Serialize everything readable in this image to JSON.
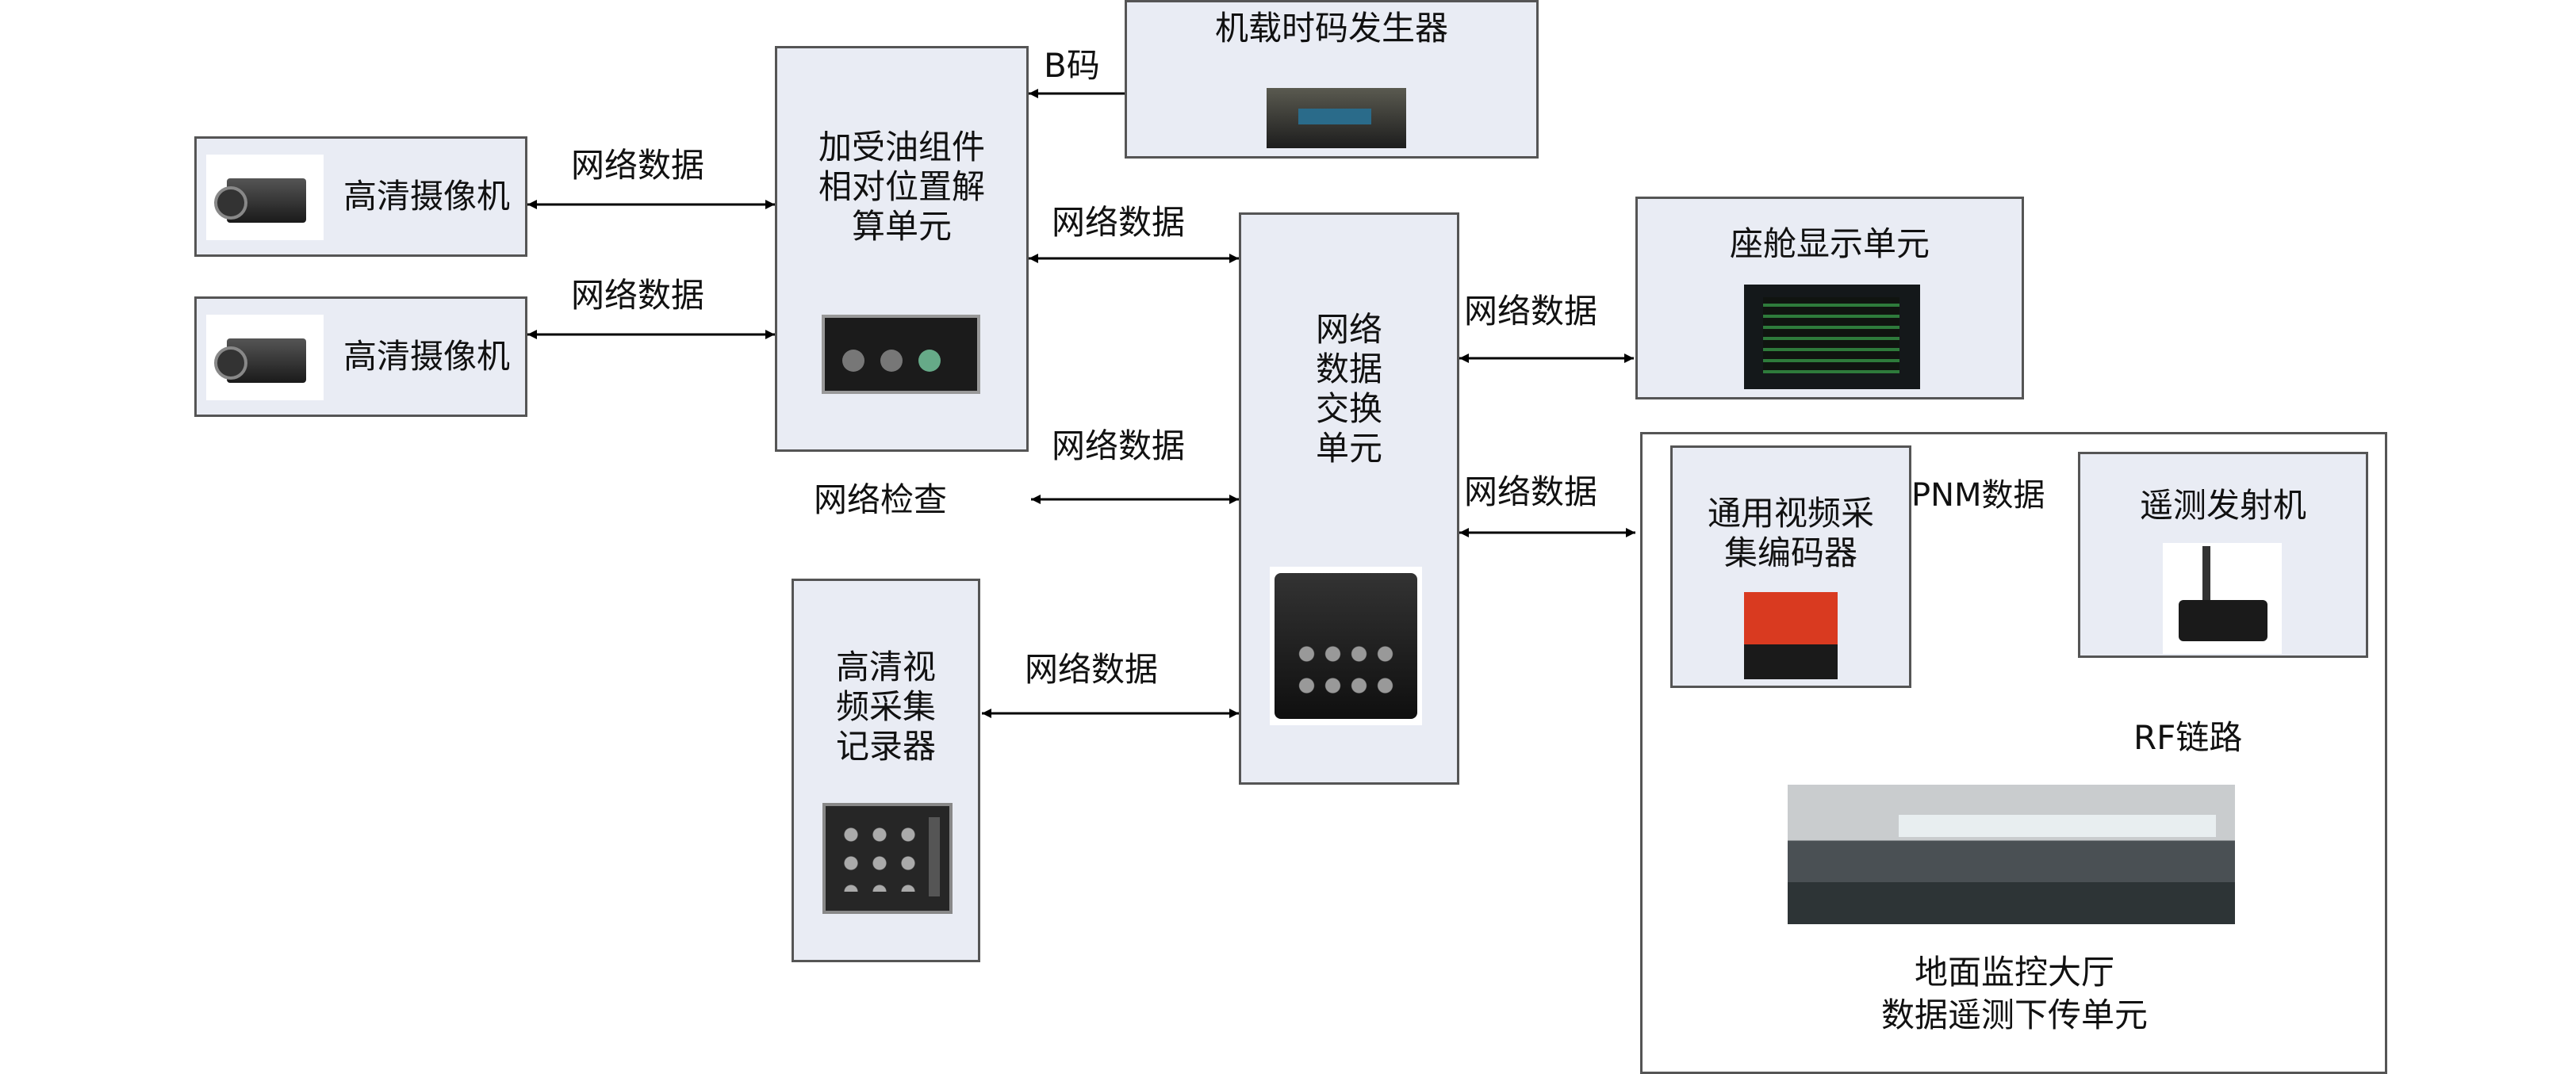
{
  "diagram": {
    "nodes": {
      "camera1": {
        "label": "高清摄像机",
        "icon": "camera-icon"
      },
      "camera2": {
        "label": "高清摄像机",
        "icon": "camera-icon"
      },
      "refuel_unit": {
        "label": "加受油组件\n相对位置解\n算单元",
        "icon": "refuel-computer-icon"
      },
      "time_code": {
        "label": "机载时码发生器",
        "icon": "time-code-generator-icon"
      },
      "switch": {
        "label": "网络\n数据\n交换\n单元",
        "icon": "network-switch-icon"
      },
      "cockpit_display": {
        "label": "座舱显示单元",
        "icon": "cockpit-display-icon"
      },
      "recorder": {
        "label": "高清视\n频采集\n记录器",
        "icon": "video-recorder-icon"
      },
      "encoder": {
        "label": "通用视频采\n集编码器",
        "icon": "video-encoder-icon"
      },
      "transmitter": {
        "label": "遥测发射机",
        "icon": "telemetry-transmitter-icon"
      },
      "ground_hall": {
        "label": "地面监控大厅\n数据遥测下传单元",
        "icon": "control-hall-icon"
      },
      "net_check": {
        "label": "网络检查"
      }
    },
    "edges": {
      "cam1_refuel": "网络数据",
      "cam2_refuel": "网络数据",
      "time_refuel": "B码",
      "refuel_switch": "网络数据",
      "check_switch": "网络数据",
      "recorder_switch": "网络数据",
      "switch_display": "网络数据",
      "switch_ground": "网络数据",
      "encoder_transmitter": "PNM数据",
      "rf_link": "RF链路"
    },
    "colors": {
      "box_fill": "#e9ecf4",
      "border": "#555555",
      "arrow": "#000000",
      "lightning": "#f3e300"
    }
  }
}
